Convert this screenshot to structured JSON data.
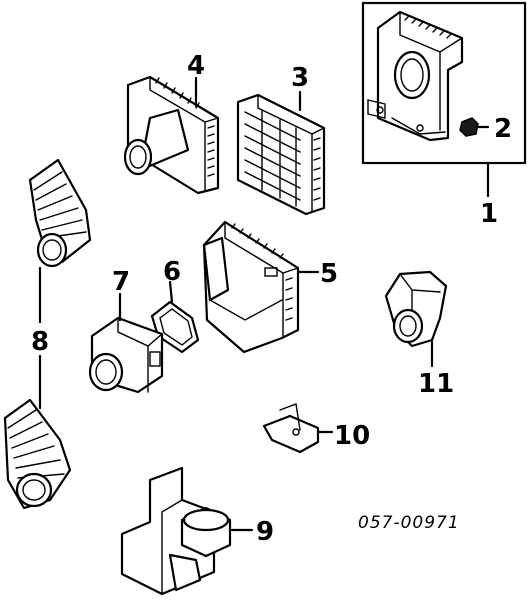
{
  "callouts": {
    "c1": "1",
    "c2": "2",
    "c3": "3",
    "c4": "4",
    "c5": "5",
    "c6": "6",
    "c7": "7",
    "c8": "8",
    "c9": "9",
    "c10": "10",
    "c11": "11"
  },
  "diagram_code": "057-00971",
  "colors": {
    "line": "#000000",
    "background": "#ffffff"
  }
}
